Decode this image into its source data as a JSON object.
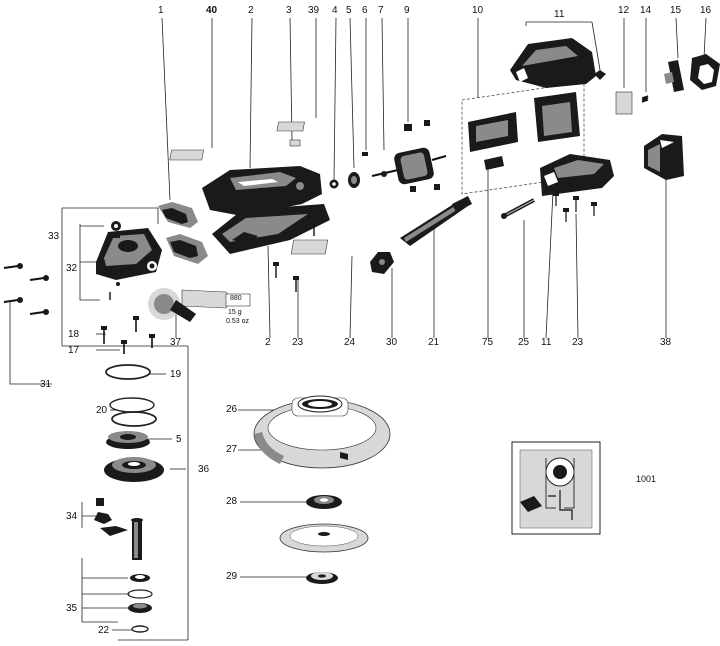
{
  "drawing_number": "1001",
  "grease_tube": {
    "code": "880",
    "line1": "15 g",
    "line2": "0.53 oz"
  },
  "labels": [
    {
      "id": "1",
      "text": "1"
    },
    {
      "id": "40",
      "text": "40"
    },
    {
      "id": "2a",
      "text": "2"
    },
    {
      "id": "3",
      "text": "3"
    },
    {
      "id": "39",
      "text": "39"
    },
    {
      "id": "4",
      "text": "4"
    },
    {
      "id": "5a",
      "text": "5"
    },
    {
      "id": "6",
      "text": "6"
    },
    {
      "id": "7",
      "text": "7"
    },
    {
      "id": "9",
      "text": "9"
    },
    {
      "id": "10",
      "text": "10"
    },
    {
      "id": "11a",
      "text": "11"
    },
    {
      "id": "12",
      "text": "12"
    },
    {
      "id": "14",
      "text": "14"
    },
    {
      "id": "15",
      "text": "15"
    },
    {
      "id": "16",
      "text": "16"
    },
    {
      "id": "33",
      "text": "33"
    },
    {
      "id": "32",
      "text": "32"
    },
    {
      "id": "18",
      "text": "18"
    },
    {
      "id": "17",
      "text": "17"
    },
    {
      "id": "31",
      "text": "31"
    },
    {
      "id": "19",
      "text": "19"
    },
    {
      "id": "20",
      "text": "20"
    },
    {
      "id": "5b",
      "text": "5"
    },
    {
      "id": "36",
      "text": "36"
    },
    {
      "id": "34",
      "text": "34"
    },
    {
      "id": "35",
      "text": "35"
    },
    {
      "id": "22",
      "text": "22"
    },
    {
      "id": "37",
      "text": "37"
    },
    {
      "id": "2b",
      "text": "2"
    },
    {
      "id": "23a",
      "text": "23"
    },
    {
      "id": "24",
      "text": "24"
    },
    {
      "id": "30",
      "text": "30"
    },
    {
      "id": "21",
      "text": "21"
    },
    {
      "id": "75",
      "text": "75"
    },
    {
      "id": "25",
      "text": "25"
    },
    {
      "id": "11b",
      "text": "11"
    },
    {
      "id": "23b",
      "text": "23"
    },
    {
      "id": "38",
      "text": "38"
    },
    {
      "id": "26",
      "text": "26"
    },
    {
      "id": "27",
      "text": "27"
    },
    {
      "id": "28",
      "text": "28"
    },
    {
      "id": "29",
      "text": "29"
    }
  ]
}
